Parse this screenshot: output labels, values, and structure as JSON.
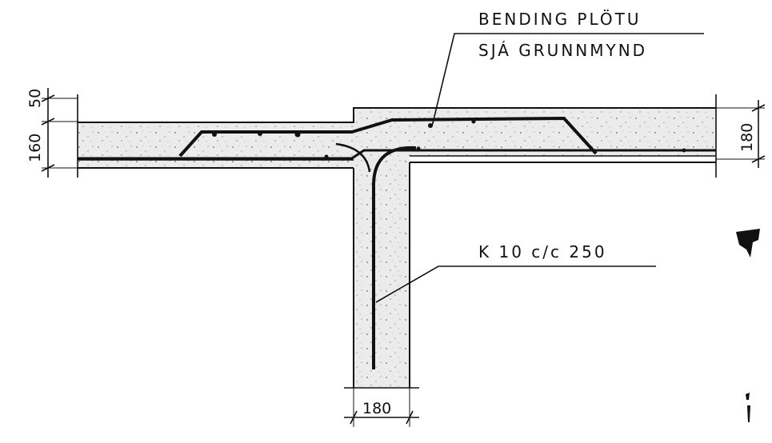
{
  "labels": {
    "top_line1": "BENDING PLÖTU",
    "top_line2": "SJÁ GRUNNMYND",
    "rebar": "K 10 c/c 250"
  },
  "dimensions": {
    "left_top": "50",
    "left_slab": "160",
    "right_slab": "180",
    "bottom_wall": "180"
  },
  "colors": {
    "ink": "#111111",
    "concrete_fill": "#e8e8e8",
    "paper": "#ffffff"
  }
}
